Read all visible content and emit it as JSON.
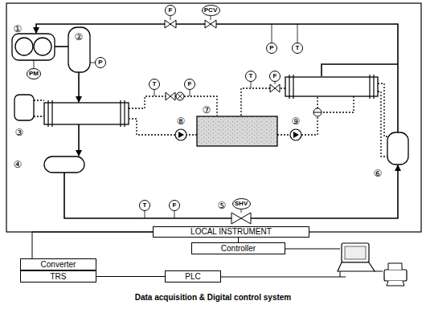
{
  "diagram": {
    "caption": "Data acquisition & Digital control system",
    "nodes": [
      {
        "text": [
          "F"
        ]
      },
      {
        "text": [
          "PCV"
        ]
      },
      {
        "text": [
          "P"
        ]
      },
      {
        "text": [
          "T"
        ]
      },
      {
        "text": [
          "PM"
        ]
      },
      {
        "text": [
          "P"
        ]
      },
      {
        "text": [
          "T"
        ]
      },
      {
        "text": [
          "F"
        ]
      },
      {
        "text": [
          "T"
        ]
      },
      {
        "text": [
          "F"
        ]
      },
      {
        "text": [
          "T"
        ]
      },
      {
        "text": [
          "F"
        ]
      },
      {
        "text": [
          "SHV"
        ]
      },
      {
        "text": [
          "LOCAL INSTRUMENT"
        ]
      },
      {
        "text": [
          "Controller"
        ]
      },
      {
        "text": [
          "Converter"
        ]
      },
      {
        "text": [
          "TRS"
        ]
      },
      {
        "text": [
          "PLC"
        ]
      }
    ],
    "edges": [
      {
        "from": 15,
        "to": 13,
        "arrow": "none"
      },
      {
        "from": 13,
        "to": 14,
        "arrow": "none"
      },
      {
        "from": 16,
        "to": 17,
        "arrow": "none"
      }
    ],
    "labels": [
      "①",
      "②",
      "③",
      "④",
      "⑤",
      "⑥",
      "⑦",
      "⑧",
      "⑨"
    ]
  }
}
